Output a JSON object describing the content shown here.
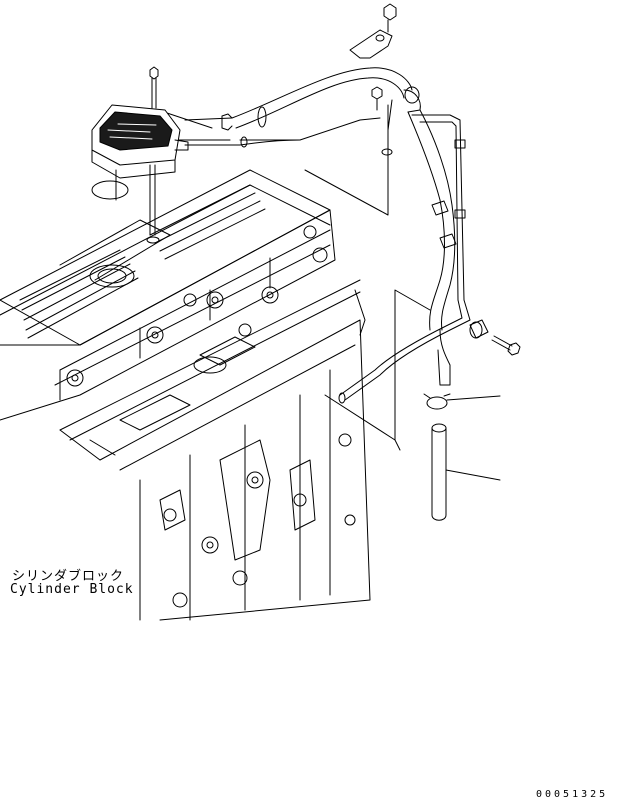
{
  "labels": {
    "part_name_ja": "シリンダブロック",
    "part_name_en": "Cylinder Block",
    "document_id": "00051325"
  },
  "colors": {
    "line": "#000000",
    "background": "#ffffff",
    "dark_fill": "#1a1a1a"
  }
}
